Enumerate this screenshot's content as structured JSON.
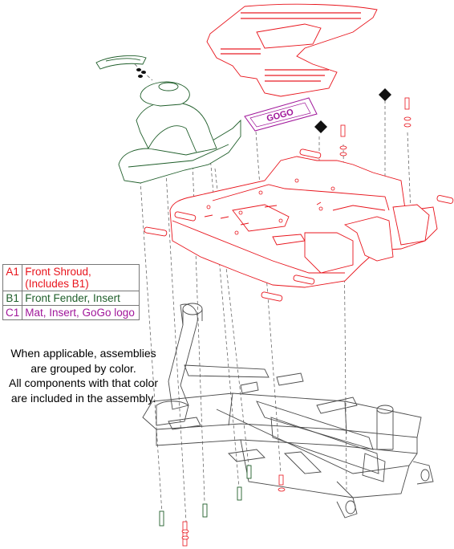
{
  "colors": {
    "A1": "#e8141c",
    "B1": "#1f5e2a",
    "C1": "#a0169a",
    "frame": "#4a4a4a"
  },
  "legend": [
    {
      "code": "A1",
      "description": "Front Shroud,\n(Includes B1)",
      "color": "#e8141c"
    },
    {
      "code": "B1",
      "description": "Front Fender, Insert",
      "color": "#1f5e2a"
    },
    {
      "code": "C1",
      "description": "Mat, Insert, GoGo logo",
      "color": "#a0169a"
    }
  ],
  "note": [
    "When applicable, assemblies",
    "are grouped by color.",
    "All components with that color",
    "are included in the assembly."
  ],
  "logo_text": "GOGO"
}
